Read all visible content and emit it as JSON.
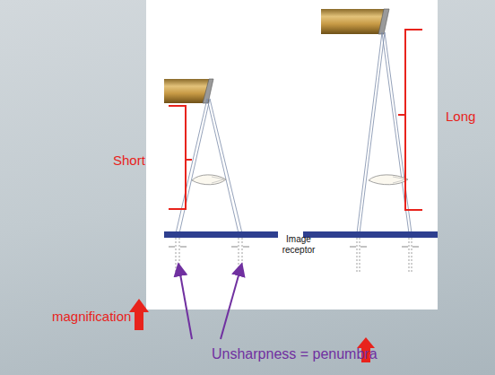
{
  "diagram": {
    "labels": [
      "Short",
      "Long",
      "Image receptor",
      "magnification",
      "Unsharpness = penumbra"
    ]
  }
}
